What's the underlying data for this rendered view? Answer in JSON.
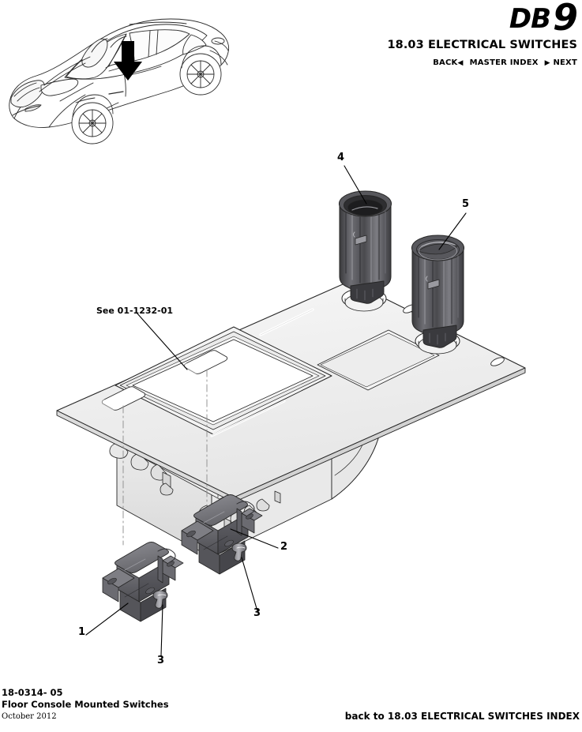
{
  "header": {
    "logo_db": "DB",
    "logo_9": "9",
    "title": "18.03 ELECTRICAL SWITCHES",
    "nav": {
      "back": "BACK",
      "back_arrow": "◀",
      "master_index": "MASTER INDEX",
      "next_arrow": "▶",
      "next": "NEXT"
    }
  },
  "vehicle_thumbnail": {
    "alt": "Aston Martin DB9 line drawing with location arrow",
    "pointer_icon": "down-arrow-icon"
  },
  "diagram": {
    "reference_note": "See 01-1232-01",
    "callouts": [
      {
        "id": "1",
        "label": "1",
        "part": "floor console switch pack left"
      },
      {
        "id": "2",
        "label": "2",
        "part": "floor console switch pack right"
      },
      {
        "id": "3a",
        "label": "3",
        "part": "fastener clip"
      },
      {
        "id": "3b",
        "label": "3",
        "part": "fastener clip"
      },
      {
        "id": "4",
        "label": "4",
        "part": "cigar lighter socket housing"
      },
      {
        "id": "5",
        "label": "5",
        "part": "power socket housing"
      }
    ]
  },
  "footer": {
    "part_number": "18-0314- 05",
    "description": "Floor Console Mounted Switches",
    "date": "October 2012",
    "back_link": "back to 18.03 ELECTRICAL SWITCHES INDEX"
  },
  "colors": {
    "line": "#1a1a1a",
    "panel_light": "#f0f0f0",
    "panel_mid": "#e2e2e2",
    "panel_shadow": "#cfcfcf",
    "switch_dark": "#5a5a5e",
    "switch_mid": "#76767b",
    "switch_light": "#9a9a9f",
    "socket_dark": "#2c2c2e",
    "socket_mid": "#4a4a4d",
    "socket_light": "#707075",
    "text": "#000000"
  }
}
